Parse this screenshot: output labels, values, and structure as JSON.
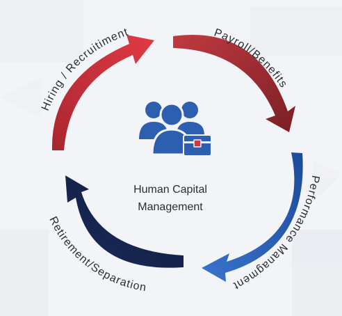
{
  "diagram": {
    "center": {
      "line1": "Human Capital",
      "line2": "Management",
      "icon": "people-briefcase-icon"
    },
    "stages": [
      {
        "label": "Payroll/Benefits",
        "color": "#8e242b"
      },
      {
        "label": "Performance Managment",
        "color": "#2c62b4"
      },
      {
        "label": "Retirement/Separation",
        "color": "#15254f"
      },
      {
        "label": "Hiring / Recruitiment",
        "color": "#d23640"
      }
    ],
    "colors": {
      "background": "#f3f4f7",
      "icon_blue": "#2d5fb0",
      "briefcase_red": "#d23640"
    }
  }
}
